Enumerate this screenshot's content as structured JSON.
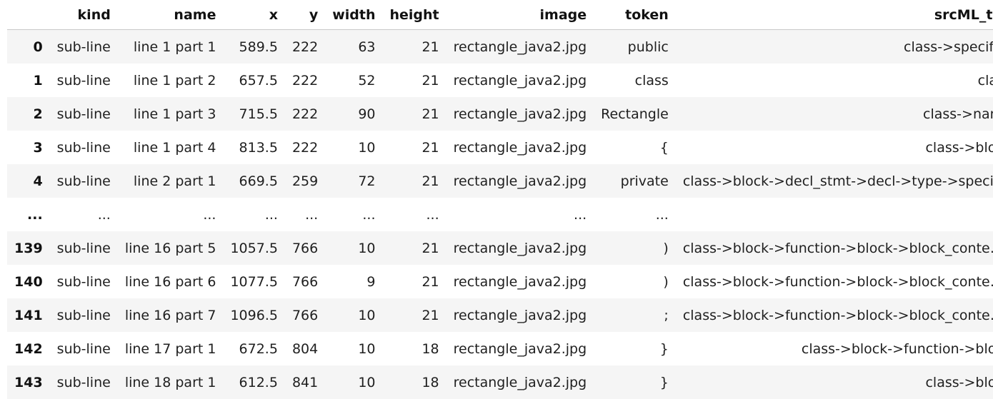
{
  "table": {
    "columns": [
      "kind",
      "name",
      "x",
      "y",
      "width",
      "height",
      "image",
      "token",
      "srcML_tag"
    ],
    "rows": [
      {
        "index": "0",
        "cells": [
          "sub-line",
          "line 1 part 1",
          "589.5",
          "222",
          "63",
          "21",
          "rectangle_java2.jpg",
          "public",
          "class->specifier"
        ]
      },
      {
        "index": "1",
        "cells": [
          "sub-line",
          "line 1 part 2",
          "657.5",
          "222",
          "52",
          "21",
          "rectangle_java2.jpg",
          "class",
          "class"
        ]
      },
      {
        "index": "2",
        "cells": [
          "sub-line",
          "line 1 part 3",
          "715.5",
          "222",
          "90",
          "21",
          "rectangle_java2.jpg",
          "Rectangle",
          "class->name"
        ]
      },
      {
        "index": "3",
        "cells": [
          "sub-line",
          "line 1 part 4",
          "813.5",
          "222",
          "10",
          "21",
          "rectangle_java2.jpg",
          "{",
          "class->block"
        ]
      },
      {
        "index": "4",
        "cells": [
          "sub-line",
          "line 2 part 1",
          "669.5",
          "259",
          "72",
          "21",
          "rectangle_java2.jpg",
          "private",
          "class->block->decl_stmt->decl->type->specifier"
        ]
      },
      {
        "index": "...",
        "cells": [
          "...",
          "...",
          "...",
          "...",
          "...",
          "...",
          "...",
          "...",
          "..."
        ]
      },
      {
        "index": "139",
        "cells": [
          "sub-line",
          "line 16 part 5",
          "1057.5",
          "766",
          "10",
          "21",
          "rectangle_java2.jpg",
          ")",
          "class->block->function->block->block_content->..."
        ]
      },
      {
        "index": "140",
        "cells": [
          "sub-line",
          "line 16 part 6",
          "1077.5",
          "766",
          "9",
          "21",
          "rectangle_java2.jpg",
          ")",
          "class->block->function->block->block_content->..."
        ]
      },
      {
        "index": "141",
        "cells": [
          "sub-line",
          "line 16 part 7",
          "1096.5",
          "766",
          "10",
          "21",
          "rectangle_java2.jpg",
          ";",
          "class->block->function->block->block_content->..."
        ]
      },
      {
        "index": "142",
        "cells": [
          "sub-line",
          "line 17 part 1",
          "672.5",
          "804",
          "10",
          "18",
          "rectangle_java2.jpg",
          "}",
          "class->block->function->block"
        ]
      },
      {
        "index": "143",
        "cells": [
          "sub-line",
          "line 18 part 1",
          "612.5",
          "841",
          "10",
          "18",
          "rectangle_java2.jpg",
          "}",
          "class->block"
        ]
      }
    ]
  }
}
